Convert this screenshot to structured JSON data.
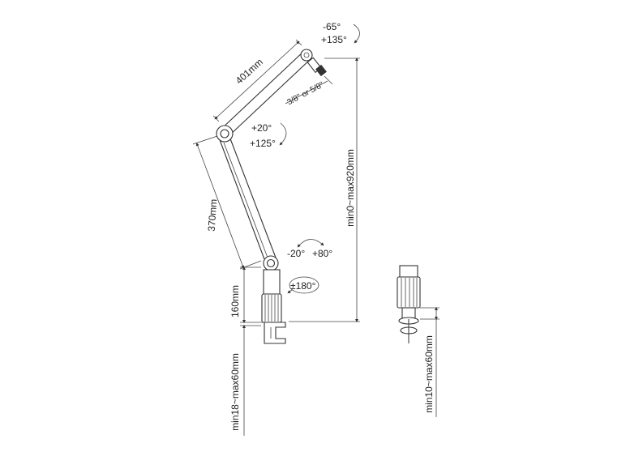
{
  "dimensions": {
    "upper_arm_length": "401mm",
    "lower_arm_length": "370mm",
    "base_height": "160mm",
    "reach_height": "min0~max920mm",
    "clamp_range_main": "min18~max60mm",
    "clamp_range_alt": "min10~max60mm",
    "thread": "3/8\" or 5/8\""
  },
  "angles": {
    "tip_up": "-65°",
    "tip_down": "+135°",
    "elbow_up": "+20°",
    "elbow_down": "+125°",
    "shoulder_left": "-20°",
    "shoulder_right": "+80°",
    "base_rotation": "±180°"
  }
}
